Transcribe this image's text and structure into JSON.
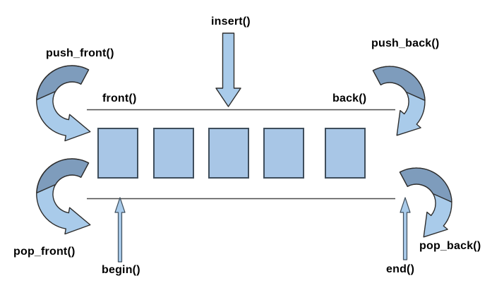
{
  "labels": {
    "insert": "insert()",
    "push_front": "push_front()",
    "push_back": "push_back()",
    "front": "front()",
    "back": "back()",
    "pop_front": "pop_front()",
    "pop_back": "pop_back()",
    "begin": "begin()",
    "end": "end()"
  },
  "deque": {
    "cell_count": 5
  },
  "colors": {
    "arrow_light": "#a9cbea",
    "arrow_dark": "#7e9cbc",
    "cell_fill": "#a8c6e6",
    "cell_border": "#3f4e5c",
    "line": "#4b4b4b",
    "outline": "#2d2d2d",
    "text": "#000000",
    "background": "#ffffff"
  }
}
